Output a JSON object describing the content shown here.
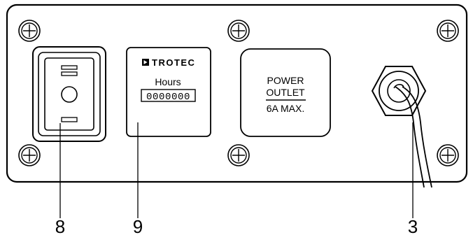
{
  "hour_counter": {
    "brand": "TROTEC",
    "label": "Hours",
    "digits": "0000000"
  },
  "power_outlet": {
    "line1": "POWER",
    "line2": "OUTLET",
    "line3": "6A MAX."
  },
  "callouts": {
    "switch": "8",
    "hour_counter": "9",
    "cable": "3"
  }
}
